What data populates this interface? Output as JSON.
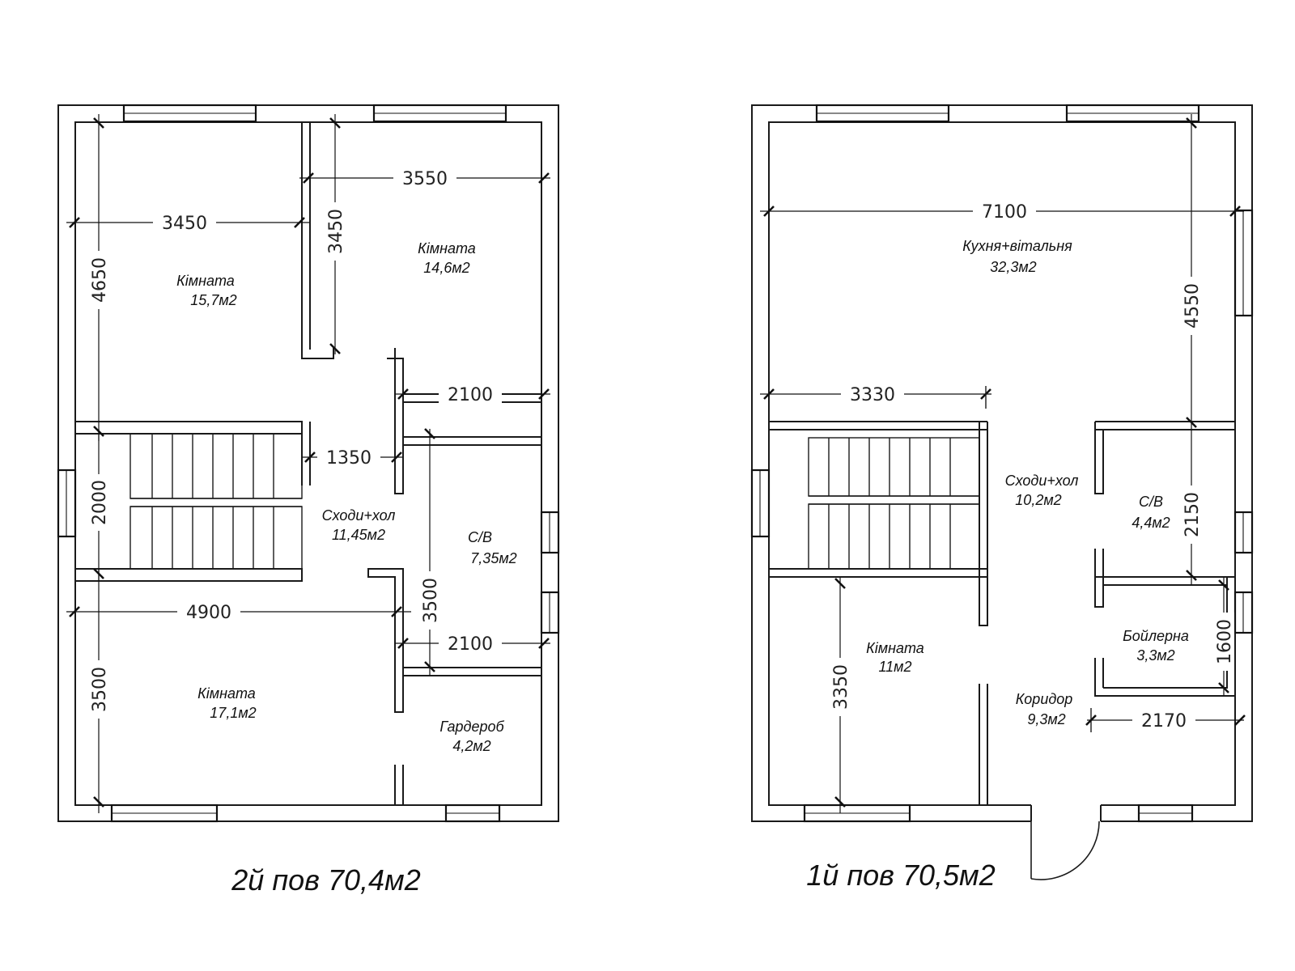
{
  "floors": [
    {
      "title": "2й пов 70,4м2",
      "rooms": [
        {
          "name": "Кімната",
          "area": "15,7м2"
        },
        {
          "name": "Кімната",
          "area": "14,6м2"
        },
        {
          "name": "Сходи+хол",
          "area": "11,45м2"
        },
        {
          "name": "С/В",
          "area": "7,35м2"
        },
        {
          "name": "Кімната",
          "area": "17,1м2"
        },
        {
          "name": "Гардероб",
          "area": "4,2м2"
        }
      ],
      "dimensions": [
        "3450",
        "3550",
        "4650",
        "3450",
        "2100",
        "1350",
        "2000",
        "4900",
        "3500",
        "2100",
        "3500"
      ]
    },
    {
      "title": "1й пов 70,5м2",
      "rooms": [
        {
          "name": "Кухня+вітальня",
          "area": "32,3м2"
        },
        {
          "name": "Сходи+хол",
          "area": "10,2м2"
        },
        {
          "name": "С/В",
          "area": "4,4м2"
        },
        {
          "name": "Бойлерна",
          "area": "3,3м2"
        },
        {
          "name": "Кімната",
          "area": "11м2"
        },
        {
          "name": "Коридор",
          "area": "9,3м2"
        }
      ],
      "dimensions": [
        "7100",
        "4550",
        "3330",
        "2150",
        "1600",
        "3350",
        "2170"
      ]
    }
  ]
}
